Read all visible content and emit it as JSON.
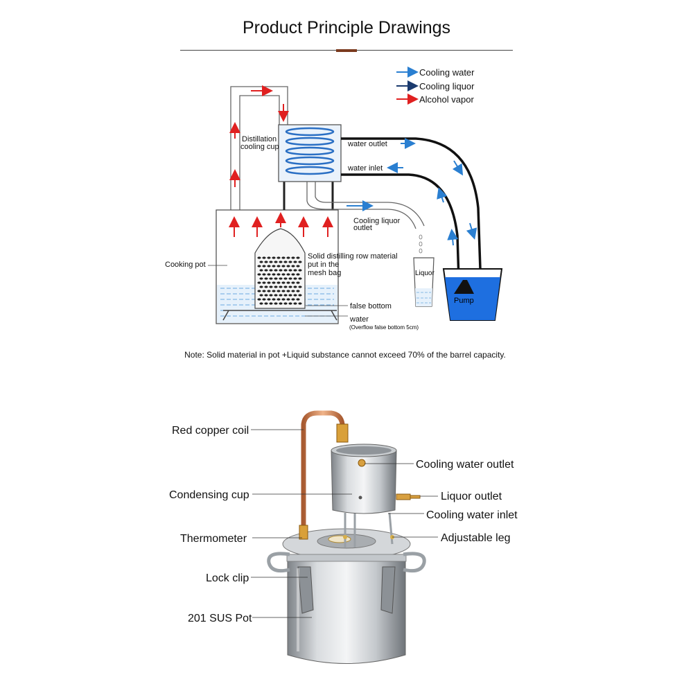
{
  "title": "Product Principle Drawings",
  "legend": [
    {
      "label": "Cooling water",
      "color": "#2a7fd1"
    },
    {
      "label": "Cooling liquor",
      "color": "#1a3a6e"
    },
    {
      "label": "Alcohol vapor",
      "color": "#e02020"
    }
  ],
  "diagram": {
    "distillation_cup_line1": "Distillation",
    "distillation_cup_line2": "cooling cup",
    "water_outlet": "water outlet",
    "water_inlet": "water inlet",
    "cooling_liquor_outlet_line1": "Cooling liquor",
    "cooling_liquor_outlet_line2": "outlet",
    "cooking_pot": "Cooking pot",
    "mesh_bag_line1": "Solid distilling row material",
    "mesh_bag_line2": "put in the",
    "mesh_bag_line3": "mesh bag",
    "false_bottom": "false bottom",
    "water": "water",
    "water_note": "(Overflow false bottom 5cm)",
    "liquor": "Liquor",
    "pump": "Pump"
  },
  "note": "Note: Solid material in pot +Liquid substance cannot exceed 70% of the barrel capacity.",
  "callouts": {
    "red_copper_coil": "Red copper coil",
    "condensing_cup": "Condensing cup",
    "thermometer": "Thermometer",
    "lock_clip": "Lock clip",
    "sus_pot": "201 SUS Pot",
    "cooling_water_outlet": "Cooling water outlet",
    "liquor_outlet": "Liquor outlet",
    "cooling_water_inlet": "Cooling water inlet",
    "adjustable_leg": "Adjustable leg"
  },
  "colors": {
    "vapor_arrow": "#e02020",
    "water_arrow": "#2a7fd1",
    "water_fill": "#1e6fe0",
    "steel": "#b8bcc0",
    "copper": "#c8784a"
  }
}
